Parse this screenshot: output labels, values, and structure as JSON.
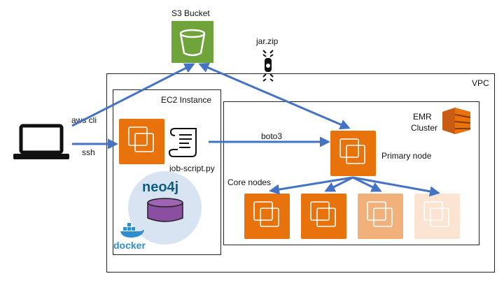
{
  "s3": {
    "label": "S3 Bucket",
    "color": "#6fa43a",
    "icon": "bucket-icon"
  },
  "zip": {
    "label": "jar.zip",
    "icon": "zipper-icon"
  },
  "vpc": {
    "label": "VPC"
  },
  "ec2": {
    "label": "EC2 Instance",
    "icon": "ec2-chip-icon"
  },
  "script": {
    "label": "job-script.py",
    "icon": "scroll-icon"
  },
  "neo4j": {
    "label": "neo4j",
    "icon": "database-cylinder-icon",
    "db_color": "#8a4fa0"
  },
  "docker": {
    "label": "docker",
    "icon": "docker-whale-icon",
    "color": "#2d8fd0"
  },
  "emr": {
    "label_line1": "EMR",
    "label_line2": "Cluster",
    "icon": "emr-stack-icon"
  },
  "primary": {
    "label": "Primary node"
  },
  "core": {
    "label": "Core nodes"
  },
  "links": {
    "aws_cli": "aws cli",
    "ssh": "ssh",
    "boto3": "boto3"
  },
  "laptop": {
    "icon": "laptop-icon"
  },
  "colors": {
    "orange": "#e8730c",
    "arrow": "#4472c4"
  }
}
